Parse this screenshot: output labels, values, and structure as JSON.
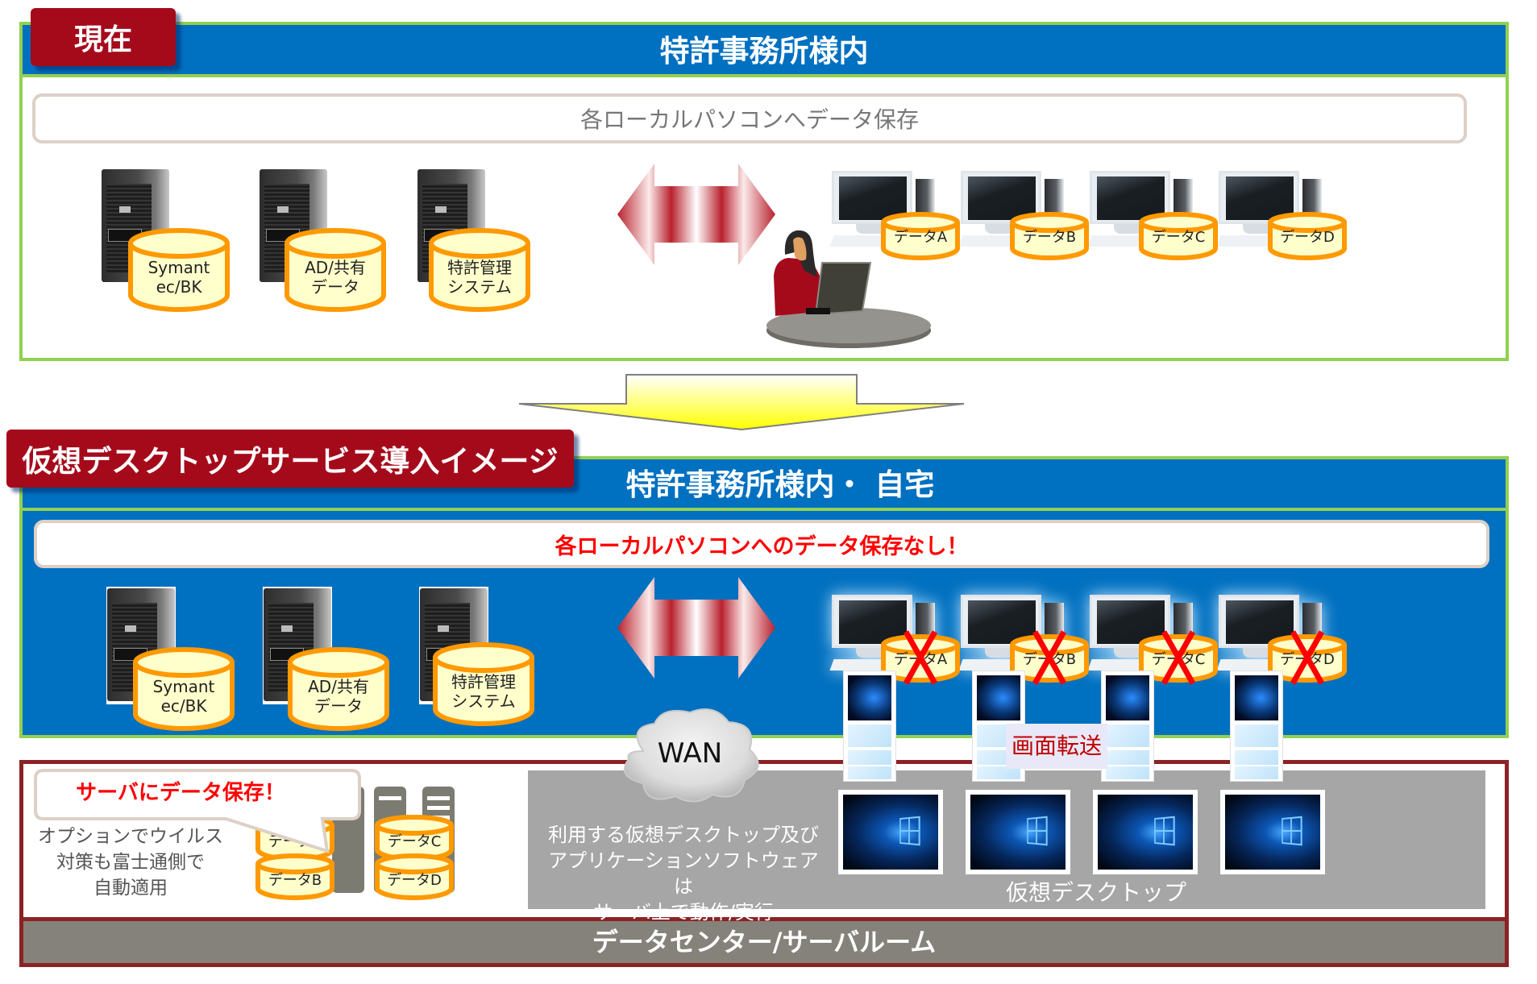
{
  "current": {
    "tab_label": "現在",
    "header_title": "特許事務所様内",
    "info_label": "各ローカルパソコンへデータ保存",
    "servers": [
      {
        "label_line1": "Symant",
        "label_line2": "ec/BK"
      },
      {
        "label_line1": "AD/共有",
        "label_line2": "データ"
      },
      {
        "label_line1": "特許管理",
        "label_line2": "システム"
      }
    ],
    "desktops": [
      {
        "data_label": "データA"
      },
      {
        "data_label": "データB"
      },
      {
        "data_label": "データC"
      },
      {
        "data_label": "データD"
      }
    ]
  },
  "future": {
    "tab_label": "仮想デスクトップサービス導入イメージ",
    "header_title": "特許事務所様内・ 自宅",
    "info_label": "各ローカルパソコンへのデータ保存なし！",
    "servers": [
      {
        "label_line1": "Symant",
        "label_line2": "ec/BK"
      },
      {
        "label_line1": "AD/共有",
        "label_line2": "データ"
      },
      {
        "label_line1": "特許管理",
        "label_line2": "システム"
      }
    ],
    "desktops": [
      {
        "data_label": "データA",
        "crossed": true
      },
      {
        "data_label": "データB",
        "crossed": true
      },
      {
        "data_label": "データC",
        "crossed": true
      },
      {
        "data_label": "データD",
        "crossed": true
      }
    ],
    "wan_label": "WAN",
    "screen_transfer_label": "画面転送"
  },
  "datacenter": {
    "callout_label": "サーバにデータ保存！",
    "antivirus_note": [
      "オプションでウイルス",
      "対策も富士通側で",
      "自動適用"
    ],
    "stored_data": [
      "データA",
      "データB",
      "データC",
      "データD"
    ],
    "vdi_note": [
      "利用する仮想デスクトップ及び",
      "アプリケーションソフトウェアは",
      "サーバ上で動作/実行"
    ],
    "virtual_desktop_label": "仮想デスクトップ",
    "footer_label": "データセンター/サーバルーム"
  },
  "colors": {
    "header_blue": "#0070c0",
    "frame_green": "#92d050",
    "tab_red": "#a50a1b",
    "alert_red": "#ff0000",
    "cylinder_orange": "#ff9900",
    "cylinder_fill": "#ffffcc",
    "datacenter_border": "#8b2226",
    "footer_gray": "#84827a"
  }
}
